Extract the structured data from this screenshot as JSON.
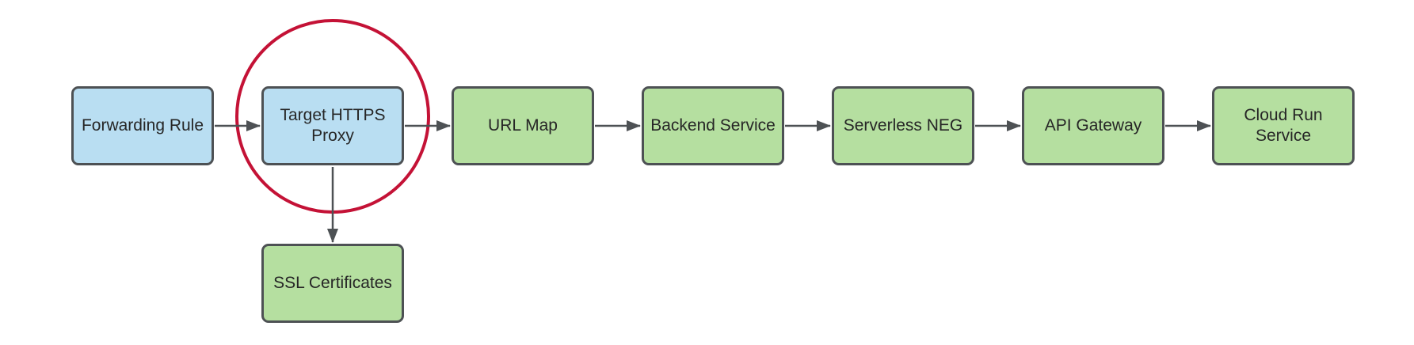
{
  "diagram": {
    "nodes": [
      {
        "id": "forwarding-rule",
        "label": "Forwarding Rule",
        "fill": "blue"
      },
      {
        "id": "target-https-proxy",
        "label": "Target HTTPS Proxy",
        "fill": "blue",
        "highlighted": true
      },
      {
        "id": "url-map",
        "label": "URL Map",
        "fill": "green"
      },
      {
        "id": "backend-service",
        "label": "Backend Service",
        "fill": "green"
      },
      {
        "id": "serverless-neg",
        "label": "Serverless NEG",
        "fill": "green"
      },
      {
        "id": "api-gateway",
        "label": "API Gateway",
        "fill": "green"
      },
      {
        "id": "cloud-run-service",
        "label": "Cloud Run Service",
        "fill": "green"
      },
      {
        "id": "ssl-certificates",
        "label": "SSL Certificates",
        "fill": "green"
      }
    ],
    "connections": [
      {
        "from": "forwarding-rule",
        "to": "target-https-proxy",
        "direction": "right"
      },
      {
        "from": "target-https-proxy",
        "to": "url-map",
        "direction": "right"
      },
      {
        "from": "url-map",
        "to": "backend-service",
        "direction": "right"
      },
      {
        "from": "backend-service",
        "to": "serverless-neg",
        "direction": "right"
      },
      {
        "from": "serverless-neg",
        "to": "api-gateway",
        "direction": "right"
      },
      {
        "from": "api-gateway",
        "to": "cloud-run-service",
        "direction": "right"
      },
      {
        "from": "target-https-proxy",
        "to": "ssl-certificates",
        "direction": "down"
      }
    ],
    "annotations": [
      {
        "type": "circle",
        "target": "target-https-proxy",
        "color": "#c41236"
      }
    ],
    "colors": {
      "background": "#ffffff",
      "node_blue_fill": "#b9def2",
      "node_green_fill": "#b5dfa0",
      "node_border": "#4d5154",
      "arrow": "#4d5154",
      "highlight_circle": "#c41236",
      "text": "#262626"
    }
  }
}
